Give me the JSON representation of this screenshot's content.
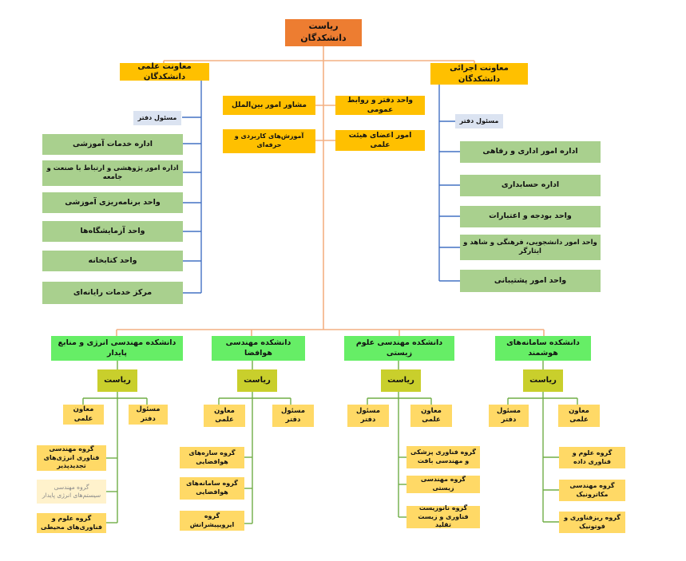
{
  "root": "ریاست دانشکدگان",
  "left_dept": {
    "title": "معاونت علمی دانشکدگان",
    "office": "مسئول دفتر",
    "units": [
      "اداره خدمات آموزشی",
      "اداره امور پژوهشی و ارتباط با صنعت و جامعه",
      "واحد برنامه‌ریزی آموزشی",
      "واحد آزمایشگاه‌ها",
      "واحد کتابخانه",
      "مرکز خدمات رایانه‌ای"
    ]
  },
  "right_dept": {
    "title": "معاونت اجرائی دانشکدگان",
    "office": "مسئول دفتر",
    "units": [
      "اداره امور اداری و رفاهی",
      "اداره حسابداری",
      "واحد بودجه و اعتبارات",
      "واحد امور دانشجویی، فرهنگی و شاهد و ایثارگر",
      "واحد امور پشتیبانی"
    ]
  },
  "center_units": {
    "intl_advisor": "مشاور امور بین‌الملل",
    "vocational": "آموزش‌های کاربردی و حرفه‌ای",
    "public_relations": "واحد دفتر و روابط عمومی",
    "faculty_affairs": "امور اعضای هیئت علمی"
  },
  "faculties": [
    {
      "title": "دانشکده مهندسی انرژی و منابع پایدار",
      "head": "ریاست",
      "science_vp": "معاون علمی",
      "office": "مسئول دفتر",
      "groups": [
        "گروه مهندسی فناوری انرژی‌های تجدیدپذیر",
        "گروه مهندسی سیستم‌های انرژی پایدار",
        "گروه علوم و فناوری‌های محیطی"
      ]
    },
    {
      "title": "دانشکده مهندسی هوافضا",
      "head": "ریاست",
      "science_vp": "معاون علمی",
      "office": "مسئول دفتر",
      "groups": [
        "گروه سازه‌های هوافضایی",
        "گروه سامانه‌های هوافضایی",
        "گروه ایرویپیشرانش"
      ]
    },
    {
      "title": "دانشکده مهندسی علوم زیستی",
      "head": "ریاست",
      "science_vp": "معاون علمی",
      "office": "مسئول دفتر",
      "groups": [
        "گروه فناوری پزشکی و مهندسی بافت",
        "گروه مهندسی زیستی",
        "گروه نانوزیست فناوری و زیست تقلید"
      ]
    },
    {
      "title": "دانشکده سامانه‌های هوشمند",
      "head": "ریاست",
      "science_vp": "معاون علمی",
      "office": "مسئول دفتر",
      "groups": [
        "گروه علوم و فناوری داده",
        "گروه مهندسی مکاترونیک",
        "گروه ریزفناوری و فوتونیک"
      ]
    }
  ],
  "colors": {
    "root": "#ed7d31",
    "dept": "#ffc000",
    "admin_unit": "#a9d08e",
    "office": "#dbe3f1",
    "faculty": "#66ee66",
    "faculty_head": "#c9cf2c",
    "group": "#ffd966",
    "wire_orange": "#f4b183",
    "wire_blue": "#4472c4",
    "wire_green": "#70ad47"
  }
}
